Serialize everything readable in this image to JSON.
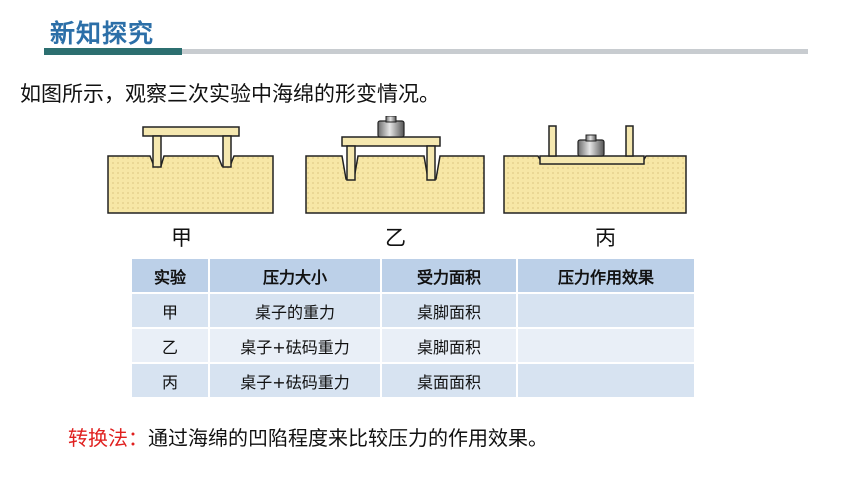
{
  "header": {
    "title": "新知探究"
  },
  "intro": "如图所示，观察三次实验中海绵的形变情况。",
  "figures": [
    {
      "label": "甲"
    },
    {
      "label": "乙"
    },
    {
      "label": "丙"
    }
  ],
  "table": {
    "headers": [
      "实验",
      "压力大小",
      "受力面积",
      "压力作用效果"
    ],
    "rows": [
      [
        "甲",
        "桌子的重力",
        "桌脚面积",
        ""
      ],
      [
        "乙",
        "桌子+砝码重力",
        "桌脚面积",
        ""
      ],
      [
        "丙",
        "桌子+砝码重力",
        "桌面面积",
        ""
      ]
    ]
  },
  "method": {
    "label": "转换法：",
    "text": "通过海绵的凹陷程度来比较压力的作用效果。"
  },
  "colors": {
    "title": "#2c6fa8",
    "accent_bar": "#2c6f70",
    "sponge": "#f7e7a6",
    "table_header": "#bcd0e8",
    "method_label": "#e0201f"
  }
}
